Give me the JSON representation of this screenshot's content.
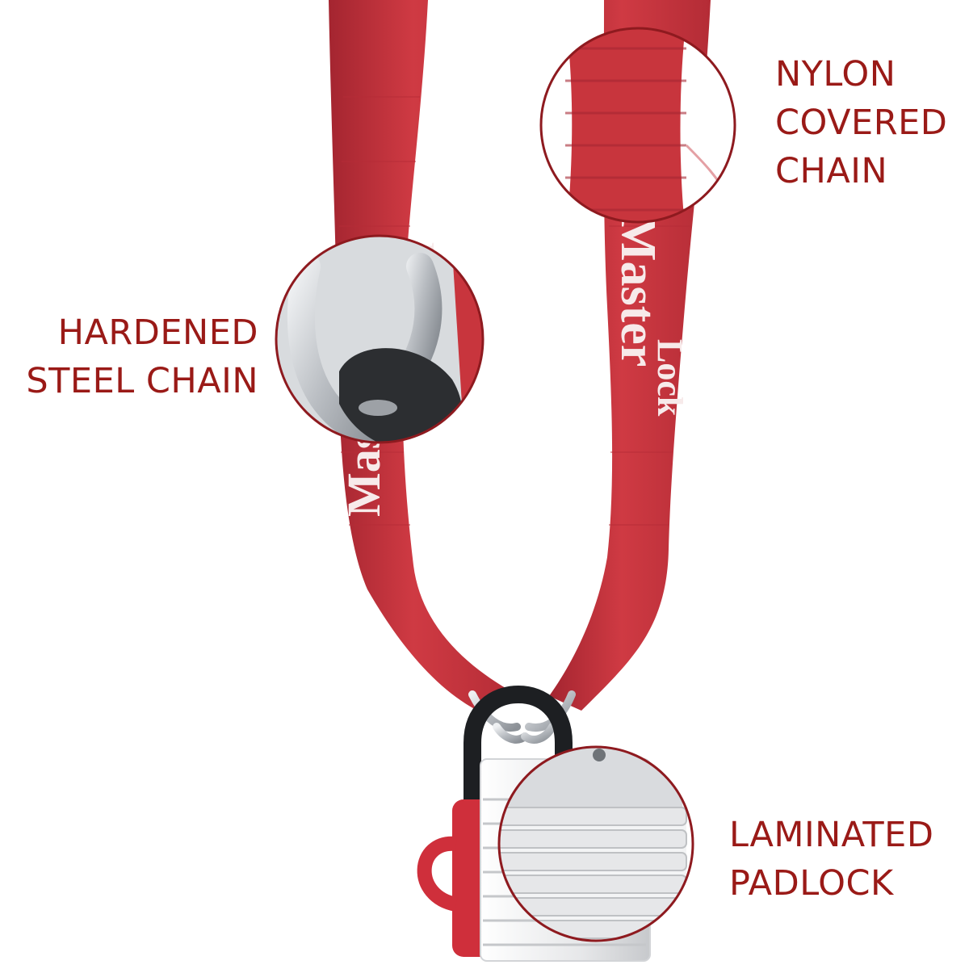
{
  "callouts": {
    "nylon": {
      "lines": [
        "NYLON",
        "COVERED",
        "CHAIN"
      ]
    },
    "steel": {
      "lines": [
        "HARDENED",
        "STEEL CHAIN"
      ]
    },
    "padlock": {
      "lines": [
        "LAMINATED",
        "PADLOCK"
      ]
    }
  },
  "brand": {
    "wordmark_left": "Master Lock",
    "wordmark_right": "Master Lock"
  },
  "colors": {
    "sleeve_red": "#c8353d",
    "sleeve_shadow": "#a42530",
    "callout_text": "#9a1a17",
    "ring_stroke": "#8e1a1f",
    "steel": "#c9ccd0",
    "padlock_shell": "#e9eaec",
    "shackle": "#1d1f22"
  },
  "icons": [
    "nylon-zoom-icon",
    "steel-zoom-icon",
    "padlock-zoom-icon",
    "padlock-icon"
  ]
}
